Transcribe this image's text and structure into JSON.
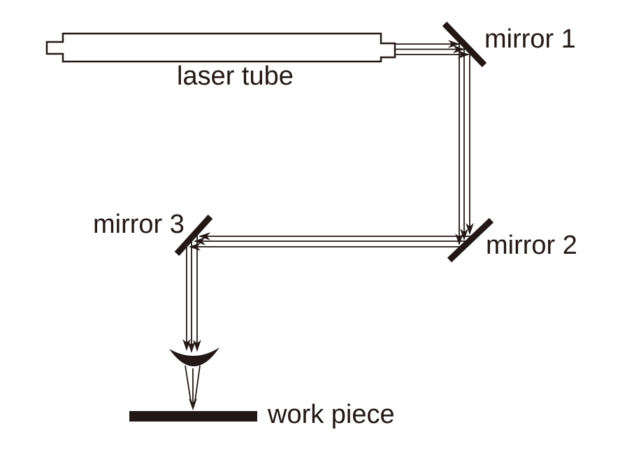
{
  "diagram": {
    "colors": {
      "ink": "#231815",
      "bg": "#ffffff"
    },
    "labels": {
      "laser_tube": "laser tube",
      "mirror_1": "mirror 1",
      "mirror_2": "mirror 2",
      "mirror_3": "mirror 3",
      "work_piece": "work piece"
    }
  }
}
